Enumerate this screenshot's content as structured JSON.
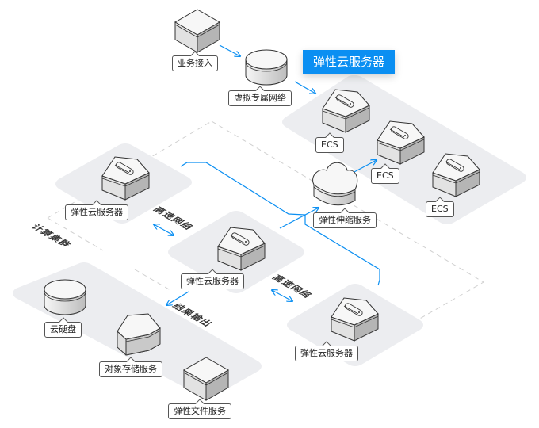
{
  "title_badge": "弹性云服务器",
  "colors": {
    "accent": "#0b8ff2",
    "panel": "#ecedf0",
    "dashed": "#cccccc",
    "stroke": "#333333"
  },
  "nodes": {
    "access": {
      "label": "业务接入",
      "icon": "box-icon"
    },
    "vpc": {
      "label": "虚拟专属网络",
      "icon": "cylinder-icon"
    },
    "ecs1": {
      "label": "ECS",
      "icon": "server-icon"
    },
    "ecs2": {
      "label": "ECS",
      "icon": "server-icon"
    },
    "ecs3": {
      "label": "ECS",
      "icon": "server-icon"
    },
    "autoscale": {
      "label": "弹性伸缩服务",
      "icon": "cloud-icon"
    },
    "server_a": {
      "label": "弹性云服务器",
      "icon": "server-icon"
    },
    "server_b": {
      "label": "弹性云服务器",
      "icon": "server-icon"
    },
    "server_c": {
      "label": "弹性云服务器",
      "icon": "server-icon"
    },
    "evs": {
      "label": "云硬盘",
      "icon": "cylinder-icon"
    },
    "obs": {
      "label": "对象存储服务",
      "icon": "hexagon-icon"
    },
    "sfs": {
      "label": "弹性文件服务",
      "icon": "box-icon"
    }
  },
  "annotations": {
    "cluster": "计算集群",
    "net1": "高速网络",
    "net2": "高速网络",
    "output": "结果输出"
  }
}
